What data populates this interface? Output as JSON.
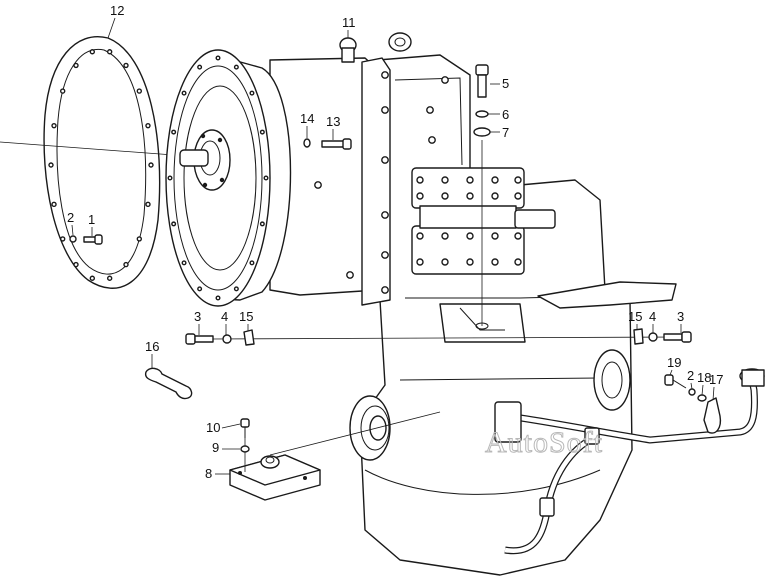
{
  "diagram": {
    "watermark": "AutoSoft",
    "callouts": [
      {
        "id": "c12",
        "label": "12"
      },
      {
        "id": "c11",
        "label": "11"
      },
      {
        "id": "c5",
        "label": "5"
      },
      {
        "id": "c6",
        "label": "6"
      },
      {
        "id": "c7",
        "label": "7"
      },
      {
        "id": "c14",
        "label": "14"
      },
      {
        "id": "c13",
        "label": "13"
      },
      {
        "id": "c2a",
        "label": "2"
      },
      {
        "id": "c1",
        "label": "1"
      },
      {
        "id": "c3a",
        "label": "3"
      },
      {
        "id": "c4a",
        "label": "4"
      },
      {
        "id": "c15a",
        "label": "15"
      },
      {
        "id": "c16",
        "label": "16"
      },
      {
        "id": "c15b",
        "label": "15"
      },
      {
        "id": "c4b",
        "label": "4"
      },
      {
        "id": "c3b",
        "label": "3"
      },
      {
        "id": "c19",
        "label": "19"
      },
      {
        "id": "c2b",
        "label": "2"
      },
      {
        "id": "c18",
        "label": "18"
      },
      {
        "id": "c17",
        "label": "17"
      },
      {
        "id": "c10",
        "label": "10"
      },
      {
        "id": "c9",
        "label": "9"
      },
      {
        "id": "c8",
        "label": "8"
      }
    ]
  }
}
